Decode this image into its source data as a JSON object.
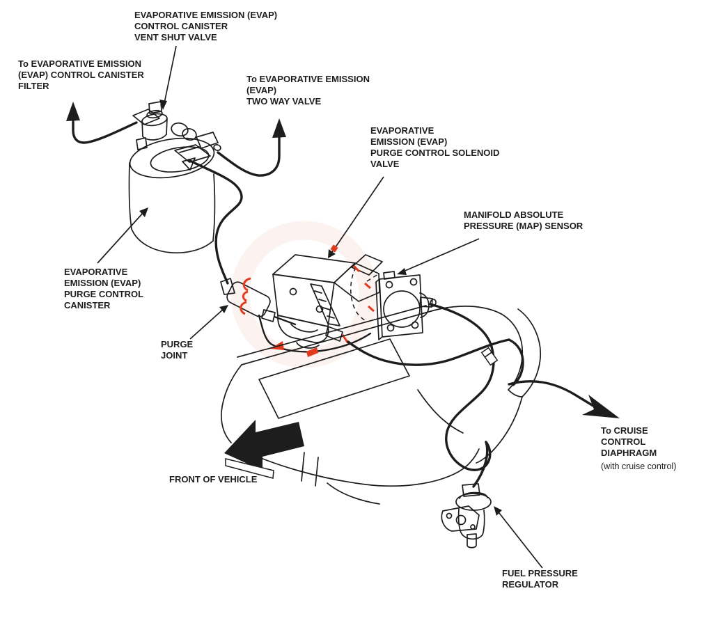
{
  "diagram": {
    "type": "technical-line-diagram",
    "subject": "Evaporative emission (EVAP) system vacuum hose routing",
    "colors": {
      "line": "#1d1d1d",
      "accent_red": "#e23a1d",
      "watermark": "rgba(233,150,120,0.12)",
      "background": "#ffffff"
    },
    "labels": {
      "vent_shut_valve": "EVAPORATIVE EMISSION (EVAP)\nCONTROL CANISTER\nVENT SHUT VALVE",
      "canister_filter": "To EVAPORATIVE EMISSION\n(EVAP) CONTROL CANISTER\nFILTER",
      "two_way_valve": "To EVAPORATIVE EMISSION\n(EVAP)\nTWO WAY VALVE",
      "purge_solenoid": "EVAPORATIVE\nEMISSION (EVAP)\nPURGE CONTROL SOLENOID\nVALVE",
      "map_sensor": "MANIFOLD ABSOLUTE\nPRESSURE (MAP) SENSOR",
      "purge_canister": "EVAPORATIVE\nEMISSION (EVAP)\nPURGE CONTROL\nCANISTER",
      "purge_joint": "PURGE\nJOINT",
      "front_of_vehicle": "FRONT OF VEHICLE",
      "cruise_control": "To CRUISE\nCONTROL\nDIAPHRAGM",
      "cruise_control_note": "(with cruise control)",
      "fuel_pressure_regulator": "FUEL PRESSURE\nREGULATOR"
    },
    "arrows": {
      "to_canister_filter": "up",
      "to_two_way_valve": "up",
      "to_cruise_control_diaphragm": "down-right",
      "front_of_vehicle": "down-left"
    }
  }
}
